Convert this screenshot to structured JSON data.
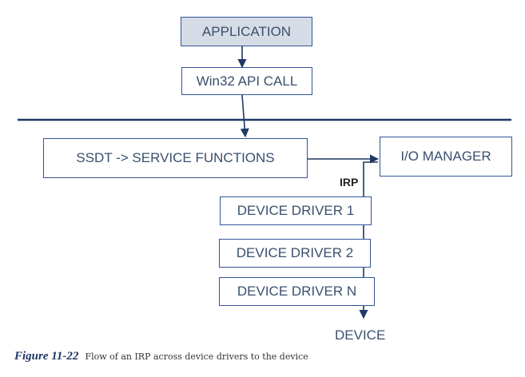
{
  "diagram": {
    "nodes": {
      "application": "APPLICATION",
      "win32_api_call": "Win32 API CALL",
      "ssdt": "SSDT -> SERVICE FUNCTIONS",
      "io_manager": "I/O MANAGER",
      "device_driver_1": "DEVICE DRIVER 1",
      "device_driver_2": "DEVICE DRIVER 2",
      "device_driver_n": "DEVICE DRIVER N"
    },
    "irp_label": "IRP",
    "device_label": "DEVICE",
    "edges": [
      {
        "from": "APPLICATION",
        "to": "Win32 API CALL"
      },
      {
        "from": "Win32 API CALL",
        "to": "SSDT -> SERVICE FUNCTIONS"
      },
      {
        "from": "SSDT -> SERVICE FUNCTIONS",
        "to": "I/O MANAGER"
      },
      {
        "from": "I/O MANAGER",
        "to": "DEVICE",
        "label": "IRP",
        "via": [
          "DEVICE DRIVER 1",
          "DEVICE DRIVER 2",
          "DEVICE DRIVER N"
        ]
      }
    ],
    "colors": {
      "border": "#2f5597",
      "application_fill": "#d6dce5",
      "line": "#1f3864"
    }
  },
  "caption": {
    "figure": "Figure 11-22",
    "text": "Flow of an IRP across device drivers to the device"
  }
}
